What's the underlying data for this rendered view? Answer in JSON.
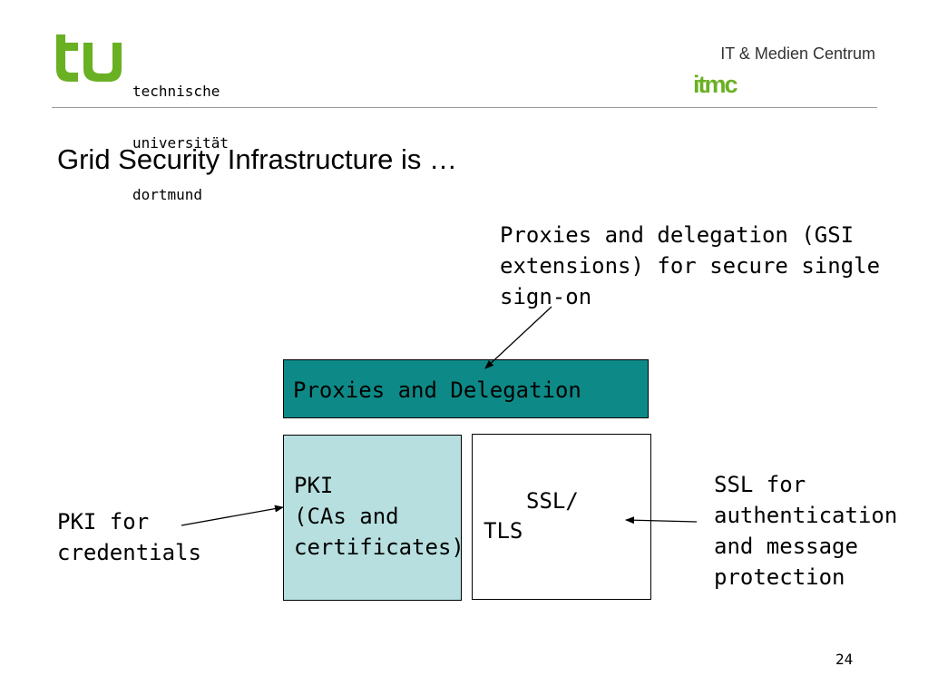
{
  "header": {
    "university_lines": [
      "technische",
      "universität",
      "dortmund"
    ],
    "itmc_title": "IT & Medien Centrum",
    "itmc_logo_text": "itmc",
    "colors": {
      "tu_green": "#6ab023",
      "rule": "#9a9a9a"
    }
  },
  "slide": {
    "title": "Grid Security Infrastructure is …",
    "page_number": "24"
  },
  "diagram": {
    "proxies_box_label": "Proxies and Delegation",
    "pki_box_label": "PKI\n(CAs and\ncertificates)",
    "ssl_box_label_line1": "SSL/",
    "ssl_box_label_line2": "TLS",
    "proxy_callout": "Proxies and delegation (GSI\nextensions) for secure single\nsign-on",
    "pki_callout": "PKI for\ncredentials",
    "ssl_callout": "SSL for\nauthentication\nand message\nprotection",
    "colors": {
      "proxies_box": "#0d8a87",
      "pki_box": "#b7dfdf",
      "ssl_box": "#ffffff"
    }
  }
}
